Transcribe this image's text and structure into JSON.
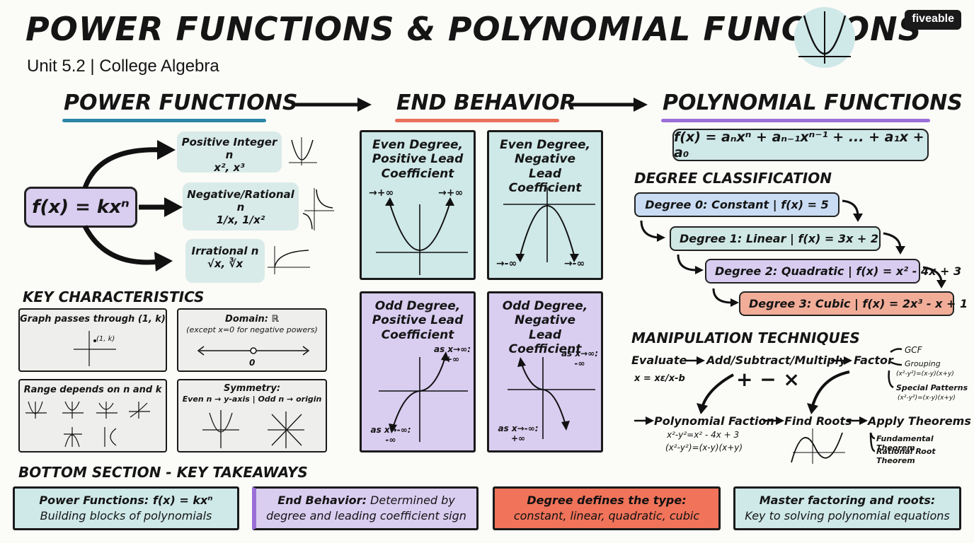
{
  "header": {
    "title": "POWER FUNCTIONS & POLYNOMIAL FUNCTIONS",
    "subtitle": "Unit 5.2 | College Algebra",
    "logo": "fiveable"
  },
  "sections": {
    "power": "POWER FUNCTIONS",
    "end": "END BEHAVIOR",
    "poly": "POLYNOMIAL FUNCTIONS"
  },
  "power_functions": {
    "formula": "f(x) = kxⁿ",
    "branches": [
      {
        "title": "Positive Integer n",
        "examples": "x², x³"
      },
      {
        "title": "Negative/Rational n",
        "examples": "1/x, 1/x²"
      },
      {
        "title": "Irrational n",
        "examples": "√x, ∛x"
      }
    ]
  },
  "key_characteristics": {
    "heading": "KEY CHARACTERISTICS",
    "cards": [
      {
        "title": "Graph passes through (1, k)",
        "note": "(1, k)"
      },
      {
        "title": "Domain: ℝ",
        "note": "(except x=0 for negative powers)",
        "tick": "0"
      },
      {
        "title": "Range depends on n and k"
      },
      {
        "title": "Symmetry:",
        "note": "Even n → y-axis | Odd n → origin"
      }
    ]
  },
  "end_behavior": {
    "boxes": [
      {
        "label": "Even Degree, Positive Lead Coefficient",
        "left": "→+∞",
        "right": "→+∞"
      },
      {
        "label": "Even Degree, Negative Lead Coefficient",
        "left": "→-∞",
        "right": "→-∞"
      },
      {
        "label": "Odd Degree, Positive Lead Coefficient",
        "top": "as x→∞: +∞",
        "bottom": "as x→-∞: -∞"
      },
      {
        "label": "Odd Degree, Negative Lead Coefficient",
        "top": "as x→∞: -∞",
        "bottom": "as x→-∞: +∞"
      }
    ]
  },
  "polynomial": {
    "formula": "f(x) = aₙxⁿ + aₙ₋₁xⁿ⁻¹ + ... + a₁x + a₀",
    "classification_heading": "DEGREE CLASSIFICATION",
    "degrees": [
      {
        "text": "Degree 0: Constant | f(x) = 5",
        "color": "#c9dcf3"
      },
      {
        "text": "Degree 1: Linear | f(x) = 3x + 2",
        "color": "#cfe8e3"
      },
      {
        "text": "Degree 2: Quadratic | f(x) = x² - 4x + 3",
        "color": "#d8cdf0"
      },
      {
        "text": "Degree 3: Cubic | f(x) = 2x³ - x + 1",
        "color": "#f2ad98"
      }
    ],
    "manipulation_heading": "MANIPULATION TECHNIQUES",
    "steps": {
      "evaluate": "Evaluate",
      "eval_note": "x = xε/x-b",
      "add": "Add/Subtract/Multiply",
      "ops": "+ − ×",
      "factor": "Factor",
      "gcf": "GCF",
      "grouping": "Grouping",
      "grouping_note": "(x²-y²)=(x-y)(x+y)",
      "special": "Special Patterns",
      "special_note": "(x²-y²)=(x-y)(x+y)",
      "faction": "Polynomial Faction",
      "faction_note1": "x²-y²=x² - 4x + 3",
      "faction_note2": "(x²-y²)=(x-y)(x+y)",
      "roots": "Find Roots",
      "theorems": "Apply Theorems",
      "thm1": "Fundamental Theorem",
      "thm2": "Rational Root Theorem"
    }
  },
  "bottom": {
    "heading": "BOTTOM SECTION - KEY TAKEAWAYS",
    "takeaways": [
      {
        "bold": "Power Functions: f(x) = kxⁿ",
        "text": "Building blocks of polynomials",
        "color": "#cfe8e8"
      },
      {
        "bold": "End Behavior:",
        "rest": " Determined by",
        "text": "degree and leading coefficient sign",
        "color": "#d9cdf0"
      },
      {
        "bold": "Degree defines the type:",
        "text": "constant, linear, quadratic, cubic",
        "color": "#f0735a"
      },
      {
        "bold": "Master factoring and roots:",
        "text": "Key to solving polynomial equations",
        "color": "#cfe8e8"
      }
    ]
  },
  "colors": {
    "teal": "#2a86a8",
    "orange": "#e9705a",
    "purple": "#9a6fd8",
    "panel_teal": "#cfe8e8",
    "panel_purple": "#d9cdf0"
  }
}
